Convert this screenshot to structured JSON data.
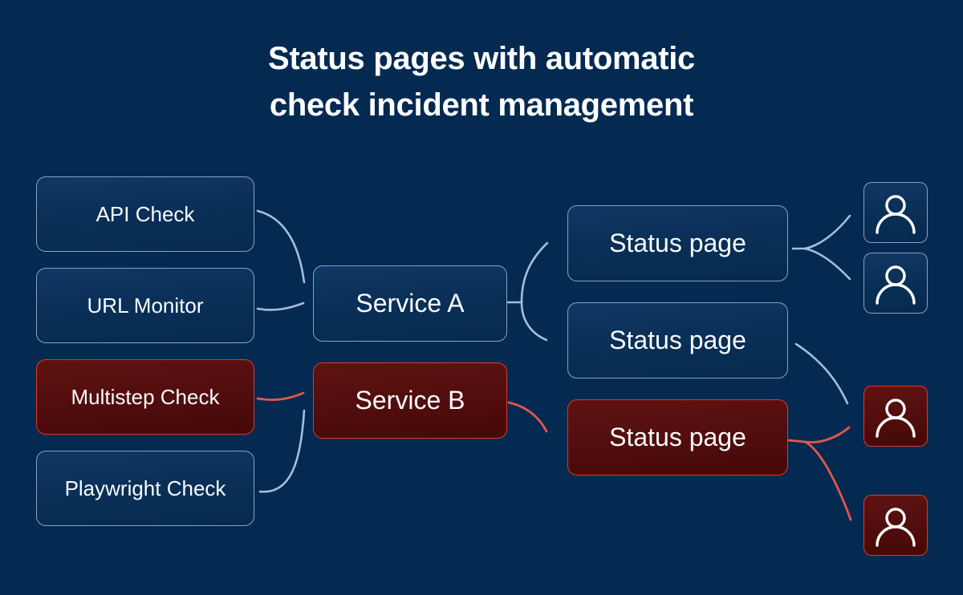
{
  "title": {
    "line1": "Status pages with automatic",
    "line2": "check incident management"
  },
  "nodes": {
    "checks": [
      {
        "id": "api-check",
        "label": "API Check",
        "state": "healthy"
      },
      {
        "id": "url-monitor",
        "label": "URL Monitor",
        "state": "healthy"
      },
      {
        "id": "multistep-check",
        "label": "Multistep Check",
        "state": "failing"
      },
      {
        "id": "playwright-check",
        "label": "Playwright Check",
        "state": "healthy"
      }
    ],
    "services": [
      {
        "id": "service-a",
        "label": "Service A",
        "state": "healthy"
      },
      {
        "id": "service-b",
        "label": "Service B",
        "state": "failing"
      }
    ],
    "status_pages": [
      {
        "id": "status-page-1",
        "label": "Status page",
        "state": "healthy"
      },
      {
        "id": "status-page-2",
        "label": "Status page",
        "state": "healthy"
      },
      {
        "id": "status-page-3",
        "label": "Status page",
        "state": "failing"
      }
    ],
    "subscribers": [
      {
        "id": "subscriber-1",
        "icon": "person-icon",
        "state": "healthy"
      },
      {
        "id": "subscriber-2",
        "icon": "person-icon",
        "state": "healthy"
      },
      {
        "id": "subscriber-3",
        "icon": "person-icon",
        "state": "failing"
      },
      {
        "id": "subscriber-4",
        "icon": "person-icon",
        "state": "failing"
      }
    ]
  },
  "edges": [
    {
      "from": "api-check",
      "to": "service-a",
      "color": "blue"
    },
    {
      "from": "url-monitor",
      "to": "service-a",
      "color": "blue"
    },
    {
      "from": "multistep-check",
      "to": "service-b",
      "color": "red"
    },
    {
      "from": "playwright-check",
      "to": "service-b",
      "color": "blue"
    },
    {
      "from": "service-a",
      "to": "status-page-1",
      "color": "blue"
    },
    {
      "from": "service-a",
      "to": "status-page-2",
      "color": "blue"
    },
    {
      "from": "service-b",
      "to": "status-page-3",
      "color": "red"
    },
    {
      "from": "status-page-1",
      "to": "subscriber-1",
      "color": "blue"
    },
    {
      "from": "status-page-1",
      "to": "subscriber-2",
      "color": "blue"
    },
    {
      "from": "status-page-2",
      "to": "subscriber-3",
      "color": "blue"
    },
    {
      "from": "status-page-3",
      "to": "subscriber-3",
      "color": "red"
    },
    {
      "from": "status-page-3",
      "to": "subscriber-4",
      "color": "red"
    }
  ],
  "colors": {
    "background": "#042A52",
    "node_fill_top": "#113765",
    "node_fill_bottom": "#062A4E",
    "node_border": "#9DB4D6",
    "alert_fill_top": "#5F1311",
    "alert_fill_bottom": "#470808",
    "alert_border": "#DA392B",
    "arrow_blue": "#A6BCE1",
    "arrow_red": "#E0584A",
    "text": "#FAFBFD"
  }
}
